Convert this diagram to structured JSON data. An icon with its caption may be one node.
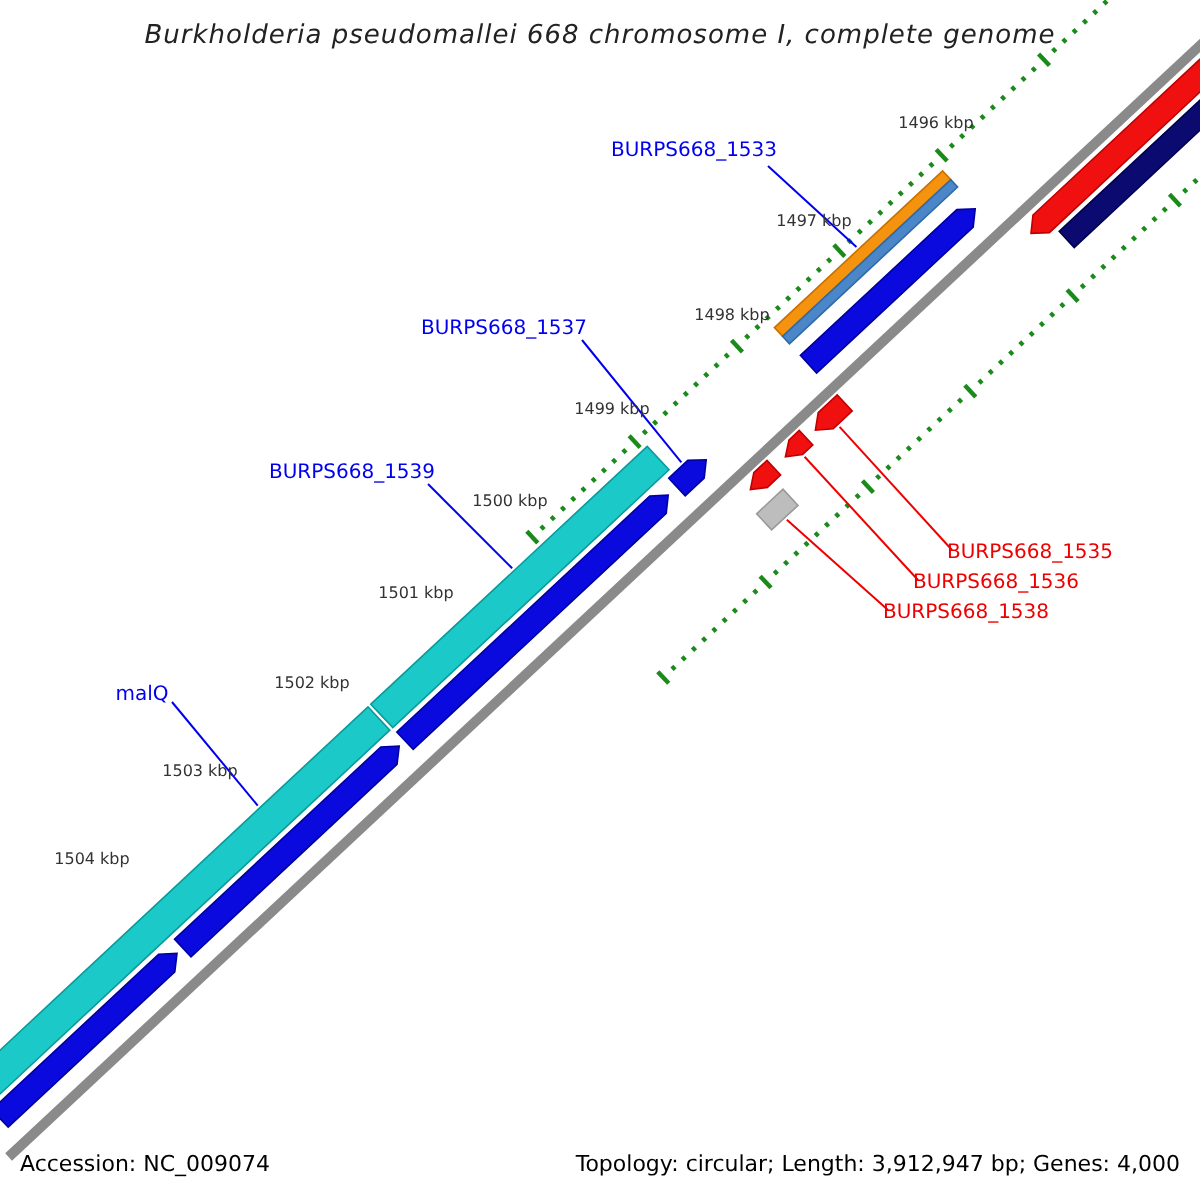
{
  "diagram": {
    "title": "Burkholderia pseudomallei 668 chromosome I, complete genome",
    "nodes": [
      {
        "text": [
          "BURPS668_1533"
        ]
      },
      {
        "text": [],
        "shape": "bar"
      },
      {
        "text": [
          "BURPS668_1537"
        ]
      },
      {
        "text": [],
        "shape": "pentagon"
      },
      {
        "text": [
          "BURPS668_1539"
        ]
      },
      {
        "text": [],
        "shape": "bar"
      },
      {
        "text": [
          "malQ"
        ]
      },
      {
        "text": [],
        "shape": "bar"
      },
      {
        "text": [
          "BURPS668_1535"
        ]
      },
      {
        "text": [],
        "shape": "pentagon"
      },
      {
        "text": [
          "BURPS668_1536"
        ]
      },
      {
        "text": [],
        "shape": "pentagon"
      },
      {
        "text": [
          "BURPS668_1538"
        ]
      },
      {
        "text": [],
        "shape": "bar"
      },
      {
        "text": [],
        "shape": "pentagon"
      },
      {
        "text": [],
        "shape": "pentagon"
      },
      {
        "text": [],
        "shape": "pentagon"
      },
      {
        "text": [],
        "shape": "pentagon"
      },
      {
        "text": [],
        "shape": "pentagon"
      },
      {
        "text": [],
        "shape": "bar"
      },
      {
        "text": [],
        "shape": "pentagon"
      },
      {
        "text": [],
        "shape": "bar"
      }
    ],
    "edges": [
      {
        "from": 0,
        "to": 1,
        "arrow": "none"
      },
      {
        "from": 2,
        "to": 3,
        "arrow": "none"
      },
      {
        "from": 4,
        "to": 5,
        "arrow": "none"
      },
      {
        "from": 6,
        "to": 7,
        "arrow": "none"
      },
      {
        "from": 8,
        "to": 9,
        "arrow": "none",
        "color": "#ee0000"
      },
      {
        "from": 10,
        "to": 11,
        "arrow": "none",
        "color": "#ee0000"
      },
      {
        "from": 12,
        "to": 13,
        "arrow": "none",
        "color": "#ee0000"
      }
    ],
    "labels": [
      "1496 kbp",
      "1497 kbp",
      "1498 kbp",
      "1499 kbp",
      "1500 kbp",
      "1501 kbp",
      "1502 kbp",
      "1503 kbp",
      "1504 kbp",
      "Accession: NC_009074",
      "Topology: circular; Length: 3,912,947 bp; Genes: 4,000"
    ]
  }
}
